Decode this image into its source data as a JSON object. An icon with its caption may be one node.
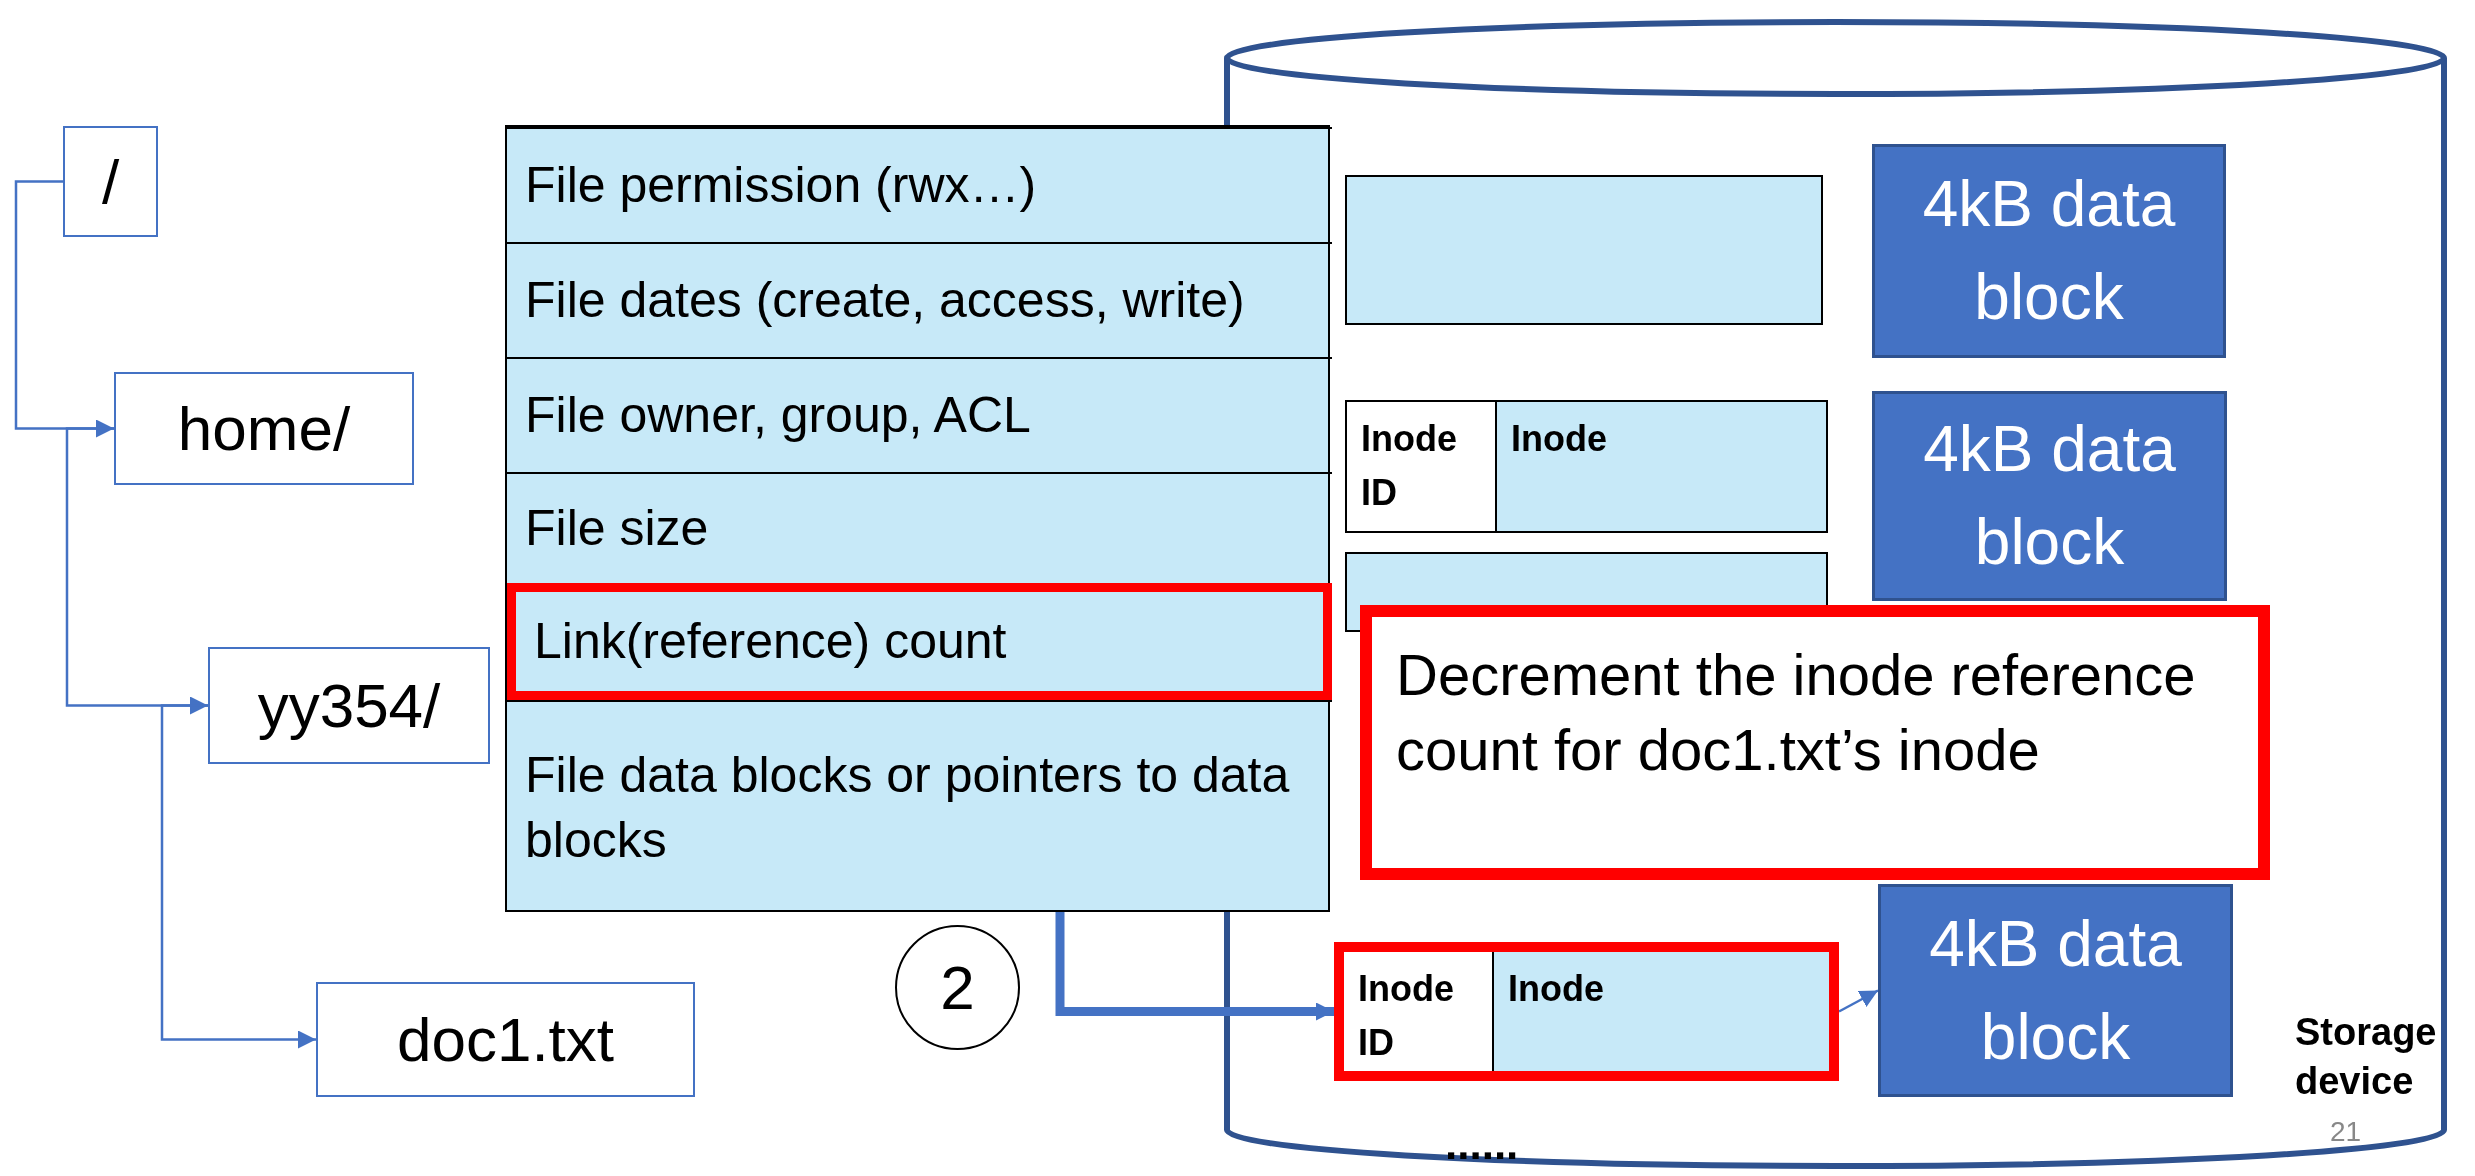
{
  "diagram": {
    "nodes": [
      {
        "text": [
          "/"
        ]
      },
      {
        "text": [
          "home/"
        ]
      },
      {
        "text": [
          "yy354/"
        ]
      },
      {
        "text": [
          "doc1.txt"
        ]
      },
      {
        "text": [],
        "shape": "box"
      },
      {
        "text": [
          "File permission (rwx…)"
        ],
        "in": 4
      },
      {
        "text": [
          "File dates (create, access, write)"
        ],
        "in": 4
      },
      {
        "text": [
          "File owner, group, ACL"
        ],
        "in": 4
      },
      {
        "text": [
          "File size"
        ],
        "in": 4
      },
      {
        "text": [
          "Link(reference) count"
        ],
        "in": 4
      },
      {
        "text": [
          "File data blocks or pointers to data blocks"
        ],
        "in": 4
      },
      {
        "text": [
          "Storage device"
        ]
      },
      {
        "text": [],
        "shape": "box",
        "in": 11
      },
      {
        "text": [
          "Inode ID",
          "Inode"
        ],
        "in": 11
      },
      {
        "text": [],
        "shape": "box",
        "in": 11
      },
      {
        "text": [
          "Inode ID",
          "Inode"
        ],
        "in": 11
      },
      {
        "text": [
          "4kB data block"
        ],
        "in": 11
      },
      {
        "text": [
          "4kB data block"
        ],
        "in": 11
      },
      {
        "text": [
          "4kB data block"
        ],
        "in": 11
      },
      {
        "text": [
          "Decrement the inode reference count for doc1.txt’s inode"
        ],
        "in": 11
      },
      {
        "text": [
          "2"
        ]
      }
    ],
    "edges": [
      {
        "from": 0,
        "to": 1,
        "arrow": "to"
      },
      {
        "from": 1,
        "to": 2,
        "arrow": "to"
      },
      {
        "from": 2,
        "to": 3,
        "arrow": "to"
      },
      {
        "from": 4,
        "to": 15,
        "arrow": "to",
        "style": "thick"
      },
      {
        "from": 15,
        "to": 18,
        "arrow": "to"
      }
    ],
    "labels": [
      "......",
      "21"
    ]
  }
}
